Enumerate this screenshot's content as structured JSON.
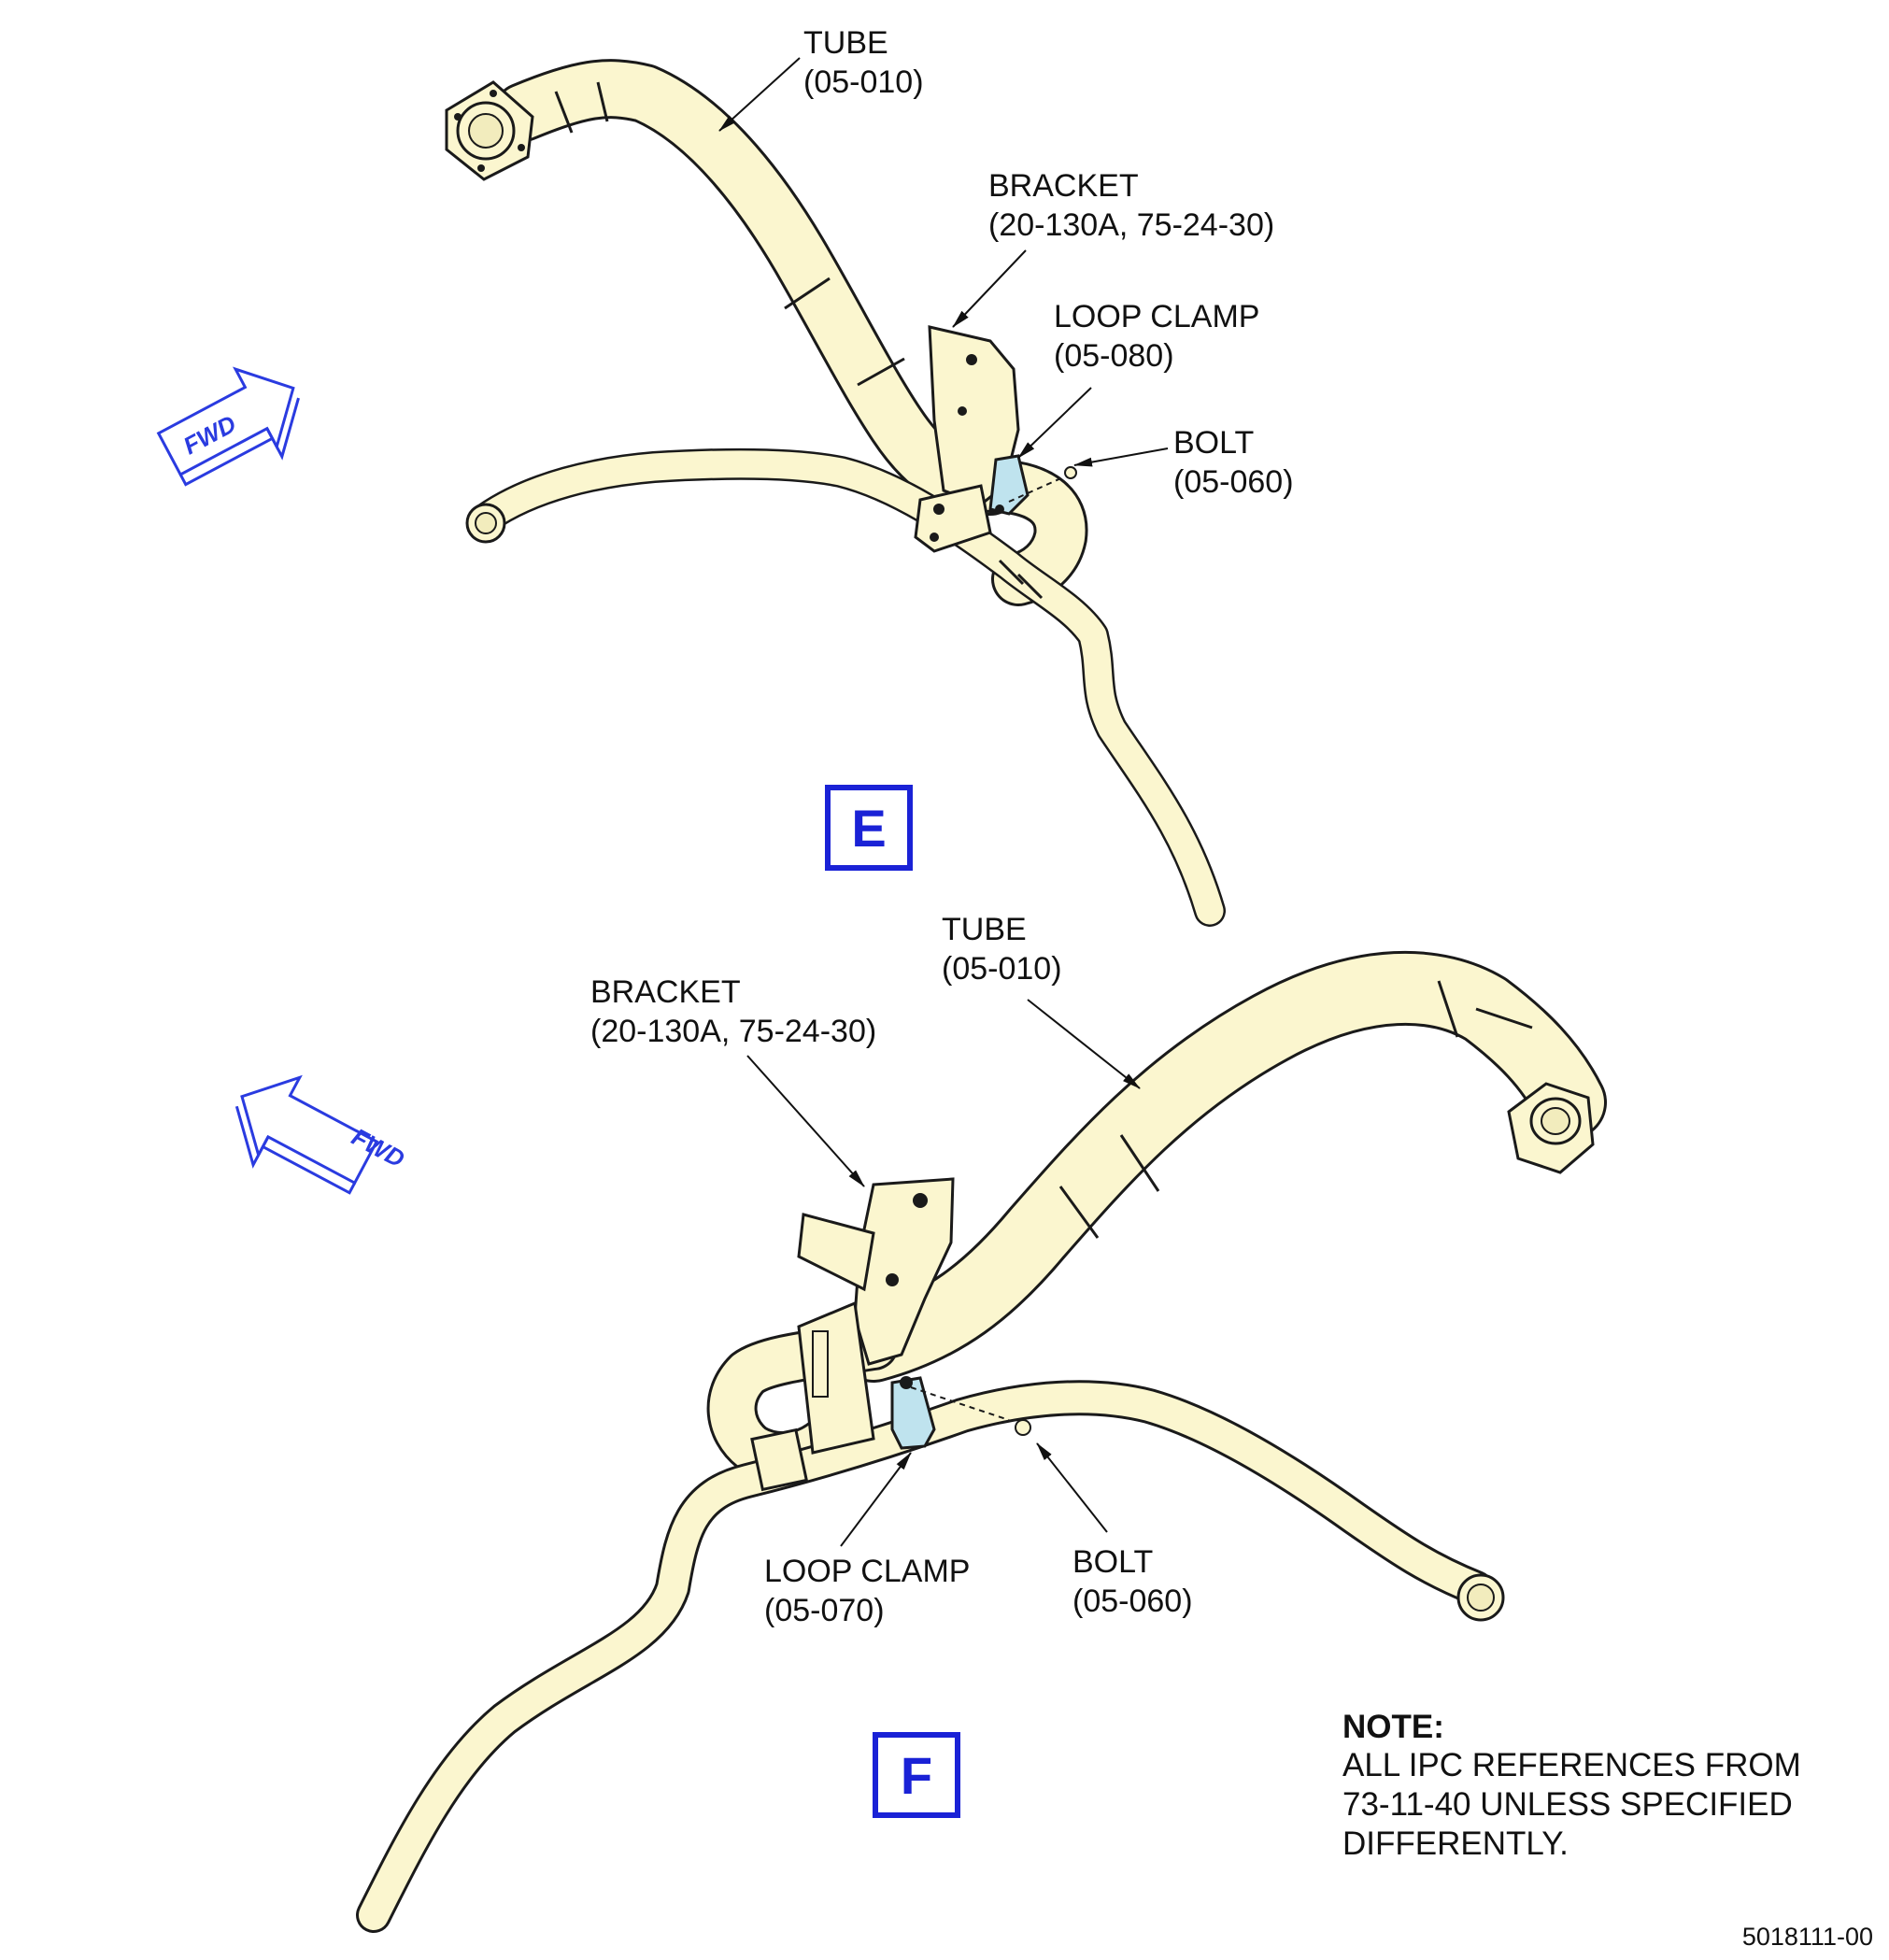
{
  "colors": {
    "tube_fill": "#fbf6cf",
    "outline": "#1a1a1a",
    "clamp": "#bfe3ee",
    "view_letter": "#1a22d6",
    "fwd_arrow": "#2a3be0"
  },
  "view_e": {
    "letter": "E",
    "fwd": "FWD",
    "labels": {
      "tube": [
        "TUBE",
        "(05-010)"
      ],
      "bracket": [
        "BRACKET",
        "(20-130A, 75-24-30)"
      ],
      "loop_clamp": [
        "LOOP CLAMP",
        "(05-080)"
      ],
      "bolt": [
        "BOLT",
        "(05-060)"
      ]
    }
  },
  "view_f": {
    "letter": "F",
    "fwd": "FWD",
    "labels": {
      "tube": [
        "TUBE",
        "(05-010)"
      ],
      "bracket": [
        "BRACKET",
        "(20-130A, 75-24-30)"
      ],
      "loop_clamp": [
        "LOOP CLAMP",
        "(05-070)"
      ],
      "bolt": [
        "BOLT",
        "(05-060)"
      ]
    }
  },
  "note": {
    "heading": "NOTE:",
    "lines": [
      "ALL IPC REFERENCES FROM",
      "73-11-40 UNLESS SPECIFIED",
      "DIFFERENTLY."
    ]
  },
  "figure_number": "5018111-00"
}
